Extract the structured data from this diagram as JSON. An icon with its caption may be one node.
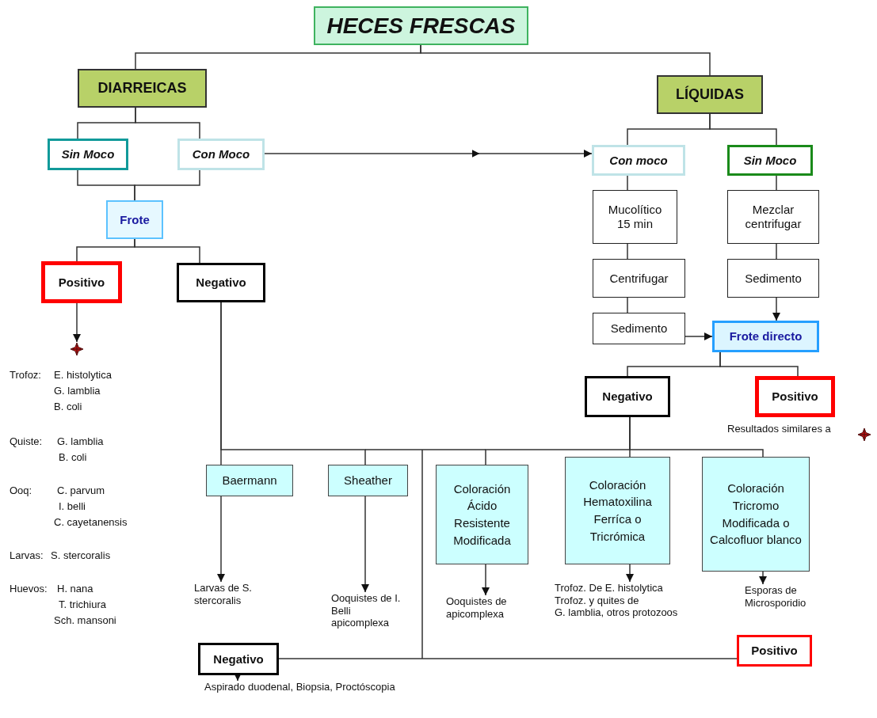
{
  "diagram": {
    "nodes": [
      {
        "text": [
          "HECES FRESCAS"
        ]
      },
      {
        "text": [
          "DIARREICAS"
        ]
      },
      {
        "text": [
          "LÍQUIDAS"
        ]
      },
      {
        "text": [
          "Sin Moco"
        ]
      },
      {
        "text": [
          "Con Moco"
        ]
      },
      {
        "text": [
          "Frote"
        ]
      },
      {
        "text": [
          "Positivo"
        ]
      },
      {
        "text": [
          "Negativo"
        ]
      },
      {
        "text": [
          "Con moco"
        ]
      },
      {
        "text": [
          "Sin Moco"
        ]
      },
      {
        "text": [
          "Mucolítico 15 min"
        ]
      },
      {
        "text": [
          "Mezclar centrifugar"
        ]
      },
      {
        "text": [
          "Centrifugar"
        ]
      },
      {
        "text": [
          "Sedimento"
        ]
      },
      {
        "text": [
          "Sedimento"
        ]
      },
      {
        "text": [
          "Frote directo"
        ]
      },
      {
        "text": [
          "Negativo"
        ]
      },
      {
        "text": [
          "Positivo"
        ],
        "beside": [
          "Resultados similares a"
        ]
      },
      {
        "text": [
          "Baermann"
        ]
      },
      {
        "text": [
          "Sheather"
        ]
      },
      {
        "text": [
          "Coloración Ácido Resistente Modificada"
        ]
      },
      {
        "text": [
          "Coloración Hematoxilina Ferríca o Tricrómica"
        ]
      },
      {
        "text": [
          "Coloración Tricromo Modificada o Calcofluor blanco"
        ]
      },
      {
        "text": [
          "Negativo"
        ]
      },
      {
        "text": [
          "Positivo"
        ]
      },
      {
        "text": [],
        "shape": "cross"
      },
      {
        "text": [
          "Larvas de S. stercoralis"
        ]
      },
      {
        "text": [
          "Ooquistes de I. Belli apicomplexa"
        ]
      },
      {
        "text": [
          "Ooquistes de apicomplexa"
        ]
      },
      {
        "text": [
          "Trofoz. De E. histolytica",
          "Trofoz. y quites de",
          "G. lamblia, otros protozoos"
        ]
      },
      {
        "text": [
          "Esporas de Microsporidio"
        ]
      },
      {
        "text": [
          "Aspirado duodenal, Biopsia, Proctóscopia"
        ]
      }
    ],
    "edges": [
      {
        "from": 0,
        "to": 1,
        "arrow": "none"
      },
      {
        "from": 0,
        "to": 2,
        "arrow": "none"
      },
      {
        "from": 1,
        "to": 3,
        "arrow": "none"
      },
      {
        "from": 1,
        "to": 4,
        "arrow": "none"
      },
      {
        "from": 3,
        "to": 5,
        "arrow": "none"
      },
      {
        "from": 4,
        "to": 5,
        "arrow": "none"
      },
      {
        "from": 4,
        "to": 8,
        "arrow": "to"
      },
      {
        "from": 5,
        "to": 6,
        "arrow": "none"
      },
      {
        "from": 5,
        "to": 7,
        "arrow": "none"
      },
      {
        "from": 6,
        "to": 25,
        "arrow": "to"
      },
      {
        "from": 2,
        "to": 8,
        "arrow": "none"
      },
      {
        "from": 2,
        "to": 9,
        "arrow": "none"
      },
      {
        "from": 8,
        "to": 10,
        "arrow": "none"
      },
      {
        "from": 10,
        "to": 12,
        "arrow": "none"
      },
      {
        "from": 12,
        "to": 14,
        "arrow": "none"
      },
      {
        "from": 9,
        "to": 11,
        "arrow": "none"
      },
      {
        "from": 11,
        "to": 13,
        "arrow": "none"
      },
      {
        "from": 13,
        "to": 15,
        "arrow": "to"
      },
      {
        "from": 14,
        "to": 15,
        "arrow": "to"
      },
      {
        "from": 15,
        "to": 16,
        "arrow": "none"
      },
      {
        "from": 15,
        "to": 17,
        "arrow": "none"
      },
      {
        "from": 7,
        "to": 18,
        "arrow": "none"
      },
      {
        "from": 7,
        "to": 19,
        "arrow": "none"
      },
      {
        "from": 16,
        "to": 20,
        "arrow": "none"
      },
      {
        "from": 16,
        "to": 21,
        "arrow": "none"
      },
      {
        "from": 16,
        "to": 22,
        "arrow": "none"
      },
      {
        "from": 18,
        "to": 26,
        "arrow": "to"
      },
      {
        "from": 19,
        "to": 27,
        "arrow": "to"
      },
      {
        "from": 20,
        "to": 28,
        "arrow": "to"
      },
      {
        "from": 21,
        "to": 29,
        "arrow": "to"
      },
      {
        "from": 22,
        "to": 30,
        "arrow": "to"
      },
      {
        "from": 23,
        "to": 24,
        "arrow": "none"
      },
      {
        "from": 23,
        "to": 31,
        "arrow": "to"
      }
    ],
    "labels": [
      "Trofoz:",
      "E. histolytica",
      "G. lamblia",
      "B. coli",
      "Quiste:",
      "G. lamblia",
      "B. coli",
      "Ooq:",
      "C. parvum",
      "I. belli",
      "C. cayetanensis",
      "Larvas:",
      "S. stercoralis",
      "Huevos:",
      "H. nana",
      "T. trichiura",
      "Sch. mansoni"
    ]
  }
}
